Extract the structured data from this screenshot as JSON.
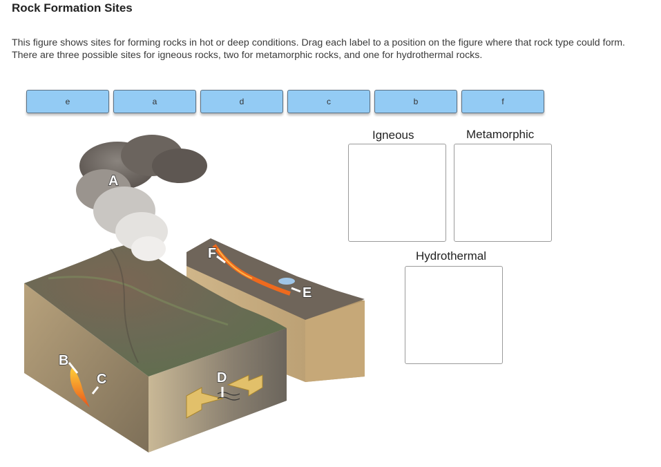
{
  "page": {
    "title": "Rock Formation Sites",
    "instructions": "This figure shows sites for forming rocks in hot or deep conditions. Drag each label to a position on the figure where that rock type could form. There are three possible sites for igneous rocks, two for metamorphic rocks, and one for hydrothermal rocks."
  },
  "chips": [
    {
      "label": "e"
    },
    {
      "label": "a"
    },
    {
      "label": "d"
    },
    {
      "label": "c"
    },
    {
      "label": "b"
    },
    {
      "label": "f"
    }
  ],
  "dropzones": {
    "igneous": {
      "label": "Igneous"
    },
    "metamorphic": {
      "label": "Metamorphic"
    },
    "hydrothermal": {
      "label": "Hydrothermal"
    }
  },
  "figure": {
    "letters": [
      "A",
      "B",
      "C",
      "D",
      "E",
      "F"
    ]
  },
  "colors": {
    "chip_fill": "#93cbf4",
    "chip_border": "#5a6f82"
  }
}
